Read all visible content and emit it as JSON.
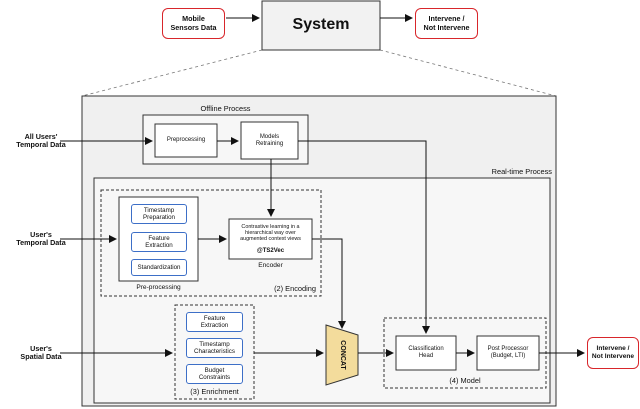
{
  "system": {
    "title": "System"
  },
  "top": {
    "mobile_sensors": "Mobile\nSensors Data",
    "intervene_output": "Intervene /\nNot Intervene"
  },
  "inputs": {
    "all_users_temporal": "All Users'\nTemporal Data",
    "user_temporal": "User's\nTemporal Data",
    "user_spatial": "User's\nSpatial Data"
  },
  "output": {
    "intervene": "Intervene /\nNot Intervene"
  },
  "offline": {
    "title": "Offline Process",
    "preprocessing": "Preprocessing",
    "models_retraining": "Models\nRetraining"
  },
  "realtime": {
    "title": "Real-time Process"
  },
  "encoding": {
    "caption": "(2) Encoding",
    "preprocessing_group": "Pre-processing",
    "timestamp_preparation": "Timestamp\nPreparation",
    "feature_extraction": "Feature\nExtraction",
    "standardization": "Standardization",
    "encoder_text": "Contrastive learning in a\nhierarchical way over\naugmented context views",
    "encoder_tag": "@TS2Vec",
    "encoder_label": "Encoder"
  },
  "enrichment": {
    "caption": "(3) Enrichment",
    "feature_extraction": "Feature\nExtraction",
    "timestamp_characteristics": "Timestamp\nCharacteristics",
    "budget_constraints": "Budget\nConstraints"
  },
  "concat": {
    "label": "CONCAT"
  },
  "model": {
    "caption": "(4) Model",
    "classification_head": "Classification\nHead",
    "post_processor": "Post Processor\n(Budget, LTI)"
  },
  "colors": {
    "red_border": "#d8262b",
    "blue_border": "#3d6fc7",
    "concat_fill": "#f3dc9c",
    "system_fill": "#f2f2f2",
    "panel_fill": "#f0f0f0"
  }
}
